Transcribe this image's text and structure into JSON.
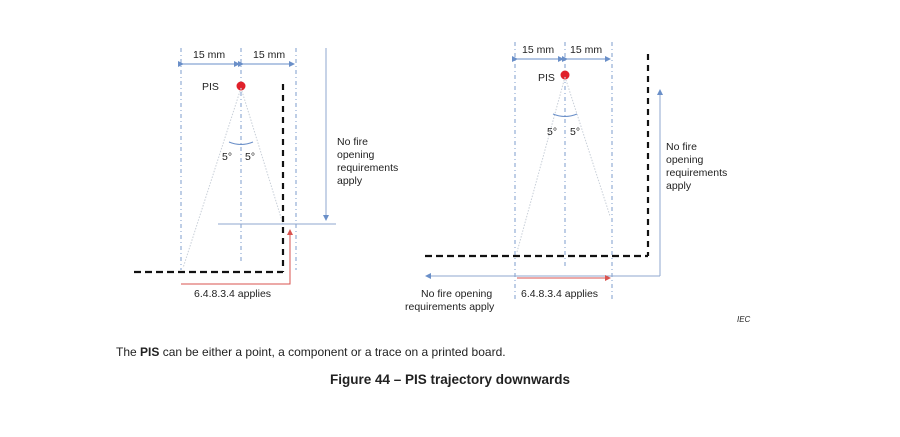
{
  "diagram": {
    "left": {
      "dim_left": "15 mm",
      "dim_right": "15 mm",
      "pis_label": "PIS",
      "angle_left": "5°",
      "angle_right": "5°",
      "note": [
        "No fire",
        "opening",
        "requirements",
        "apply"
      ],
      "applies": "6.4.8.3.4 applies"
    },
    "right": {
      "dim_left": "15 mm",
      "dim_right": "15 mm",
      "pis_label": "PIS",
      "angle_left": "5°",
      "angle_right": "5°",
      "note": [
        "No fire",
        "opening",
        "requirements",
        "apply"
      ],
      "applies": "6.4.8.3.4 applies",
      "bottom_note": [
        "No fire opening",
        "requirements apply"
      ]
    },
    "watermark": "IEC"
  },
  "caption": {
    "bold": "PIS",
    "rest": " can be either a point, a component or a trace on a printed board.",
    "prefix": "The "
  },
  "figure_title": "Figure 44 – PIS trajectory downwards",
  "colors": {
    "pis_dot": "#e0202a",
    "axis_line": "#6a8fc8",
    "arrow_red": "#d9534f",
    "barrier": "#111111"
  }
}
